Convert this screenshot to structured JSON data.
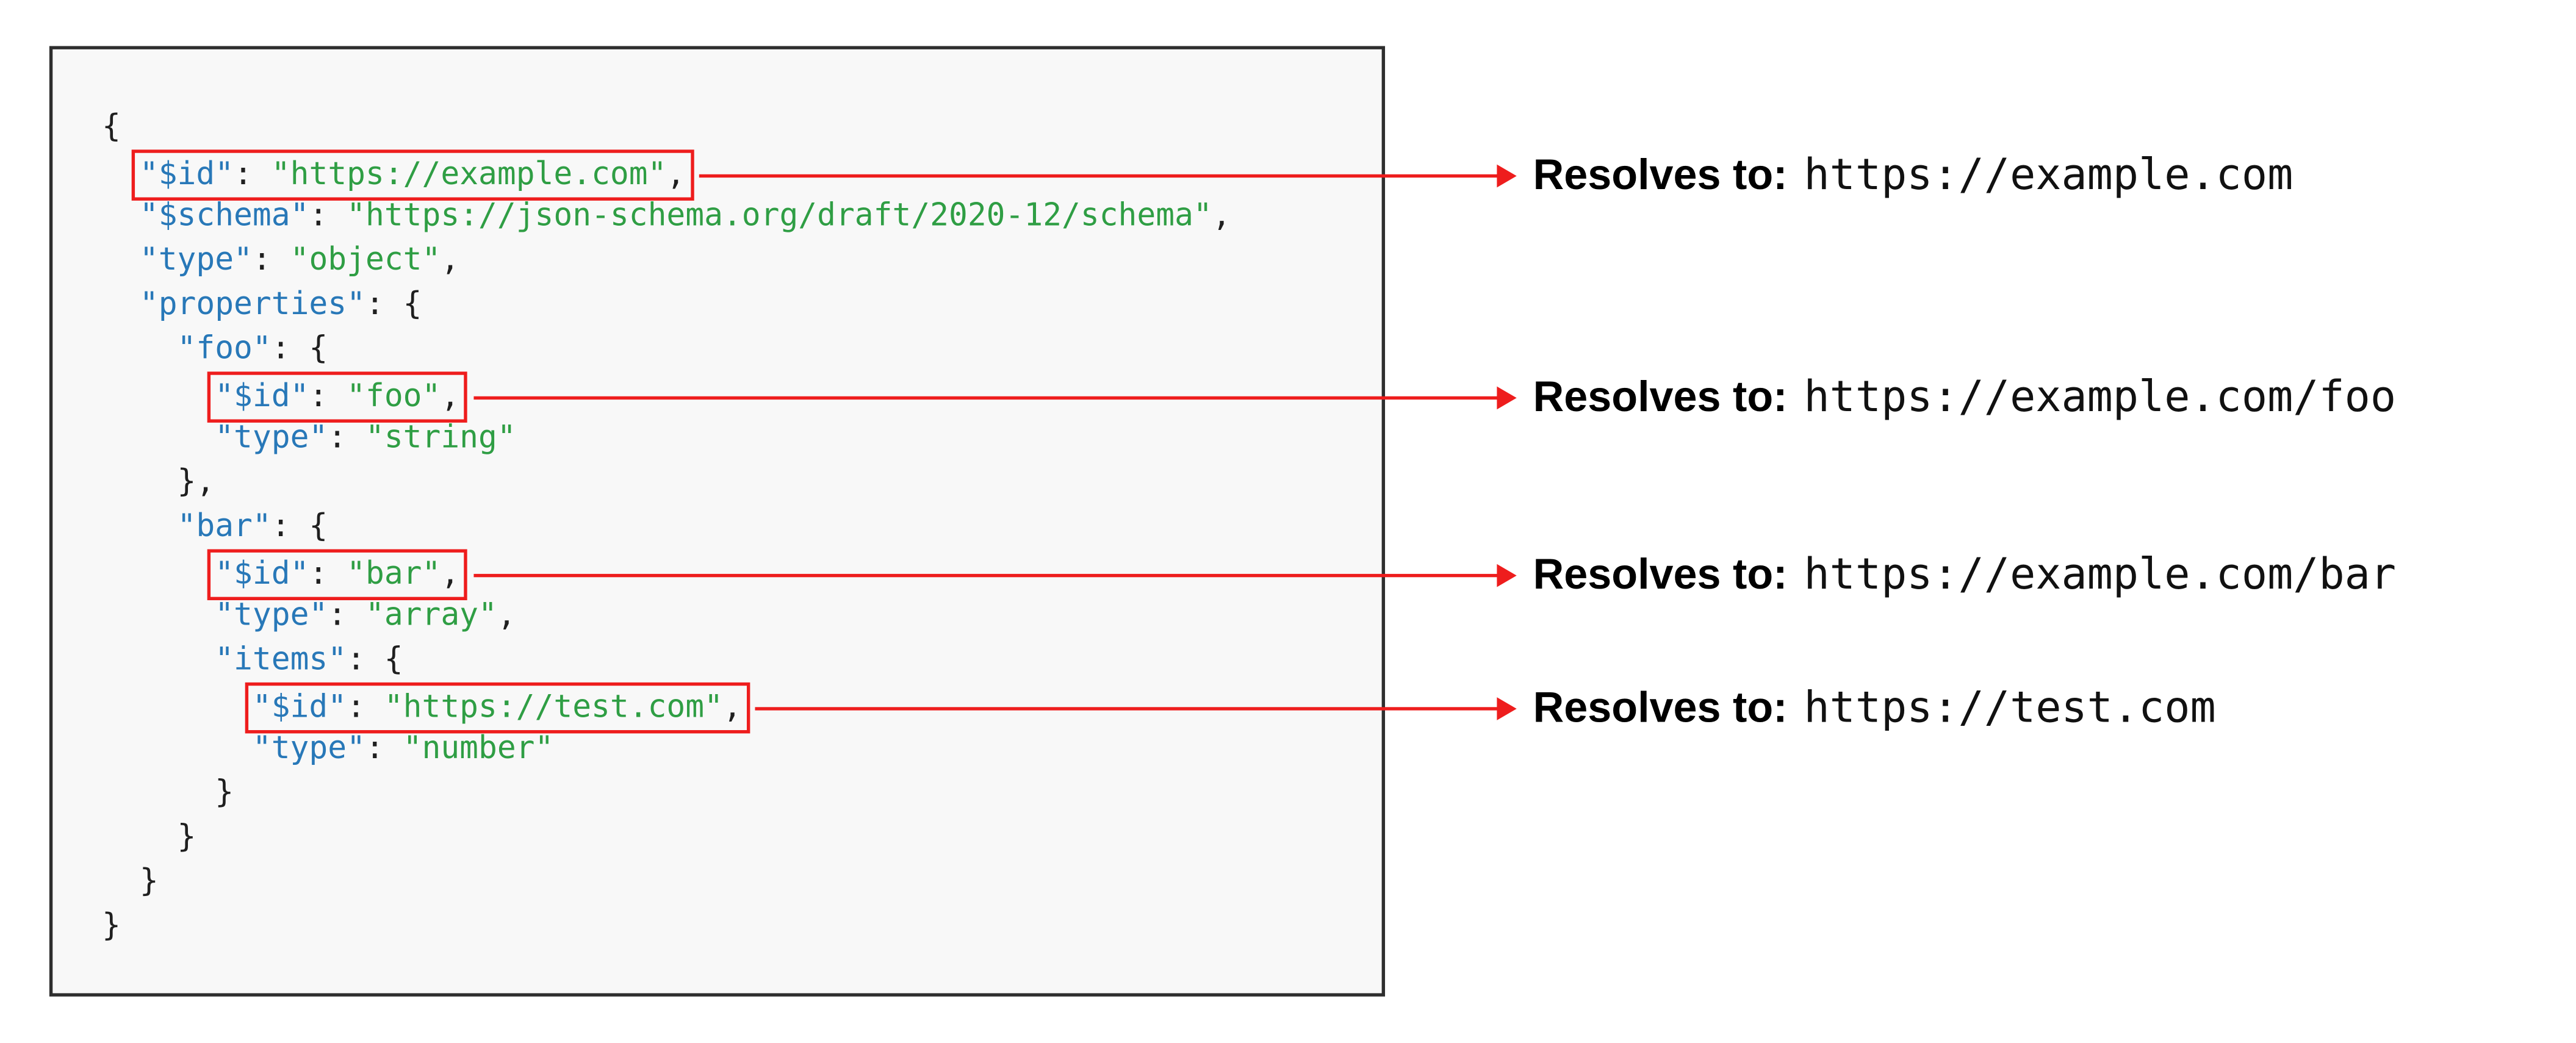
{
  "palette": {
    "key_blue": "#2878b8",
    "string_green": "#2f9e44",
    "punct_black": "#1f1f1f",
    "arrow_red": "#ee1d1d",
    "panel_bg": "#f8f8f8",
    "panel_border": "#2e2e2e"
  },
  "code": {
    "lines": [
      {
        "pre": "",
        "tokens": [
          [
            "{",
            "p"
          ]
        ]
      },
      {
        "pre": "  ",
        "ann": 0,
        "tokens": [
          [
            "\"$id\"",
            "k"
          ],
          [
            ": ",
            "p"
          ],
          [
            "\"https://example.com\"",
            "s"
          ],
          [
            ",",
            "p"
          ]
        ]
      },
      {
        "pre": "  ",
        "tokens": [
          [
            "\"$schema\"",
            "k"
          ],
          [
            ": ",
            "p"
          ],
          [
            "\"https://json-schema.org/draft/2020-12/schema\"",
            "s"
          ],
          [
            ",",
            "p"
          ]
        ]
      },
      {
        "pre": "  ",
        "tokens": [
          [
            "\"type\"",
            "k"
          ],
          [
            ": ",
            "p"
          ],
          [
            "\"object\"",
            "s"
          ],
          [
            ",",
            "p"
          ]
        ]
      },
      {
        "pre": "  ",
        "tokens": [
          [
            "\"properties\"",
            "k"
          ],
          [
            ": {",
            "p"
          ]
        ]
      },
      {
        "pre": "    ",
        "tokens": [
          [
            "\"foo\"",
            "k"
          ],
          [
            ": {",
            "p"
          ]
        ]
      },
      {
        "pre": "      ",
        "ann": 1,
        "tokens": [
          [
            "\"$id\"",
            "k"
          ],
          [
            ": ",
            "p"
          ],
          [
            "\"foo\"",
            "s"
          ],
          [
            ",",
            "p"
          ]
        ]
      },
      {
        "pre": "      ",
        "tokens": [
          [
            "\"type\"",
            "k"
          ],
          [
            ": ",
            "p"
          ],
          [
            "\"string\"",
            "s"
          ]
        ]
      },
      {
        "pre": "    ",
        "tokens": [
          [
            "},",
            "p"
          ]
        ]
      },
      {
        "pre": "    ",
        "tokens": [
          [
            "\"bar\"",
            "k"
          ],
          [
            ": {",
            "p"
          ]
        ]
      },
      {
        "pre": "      ",
        "ann": 2,
        "tokens": [
          [
            "\"$id\"",
            "k"
          ],
          [
            ": ",
            "p"
          ],
          [
            "\"bar\"",
            "s"
          ],
          [
            ",",
            "p"
          ]
        ]
      },
      {
        "pre": "      ",
        "tokens": [
          [
            "\"type\"",
            "k"
          ],
          [
            ": ",
            "p"
          ],
          [
            "\"array\"",
            "s"
          ],
          [
            ",",
            "p"
          ]
        ]
      },
      {
        "pre": "      ",
        "tokens": [
          [
            "\"items\"",
            "k"
          ],
          [
            ": {",
            "p"
          ]
        ]
      },
      {
        "pre": "        ",
        "ann": 3,
        "tokens": [
          [
            "\"$id\"",
            "k"
          ],
          [
            ": ",
            "p"
          ],
          [
            "\"https://test.com\"",
            "s"
          ],
          [
            ",",
            "p"
          ]
        ]
      },
      {
        "pre": "        ",
        "tokens": [
          [
            "\"type\"",
            "k"
          ],
          [
            ": ",
            "p"
          ],
          [
            "\"number\"",
            "s"
          ]
        ]
      },
      {
        "pre": "      ",
        "tokens": [
          [
            "}",
            "p"
          ]
        ]
      },
      {
        "pre": "    ",
        "tokens": [
          [
            "}",
            "p"
          ]
        ]
      },
      {
        "pre": "  ",
        "tokens": [
          [
            "}",
            "p"
          ]
        ]
      },
      {
        "pre": "",
        "tokens": [
          [
            "}",
            "p"
          ]
        ]
      }
    ]
  },
  "annotations": [
    {
      "label": "Resolves to:",
      "value": "https://example.com"
    },
    {
      "label": "Resolves to:",
      "value": "https://example.com/foo"
    },
    {
      "label": "Resolves to:",
      "value": "https://example.com/bar"
    },
    {
      "label": "Resolves to:",
      "value": "https://test.com"
    }
  ]
}
